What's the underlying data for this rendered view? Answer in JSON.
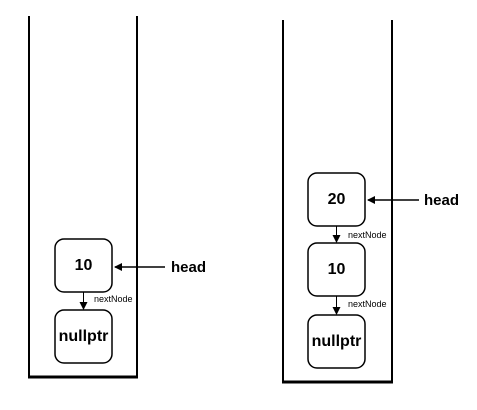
{
  "stacks": [
    {
      "nodes": [
        "10",
        "nullptr"
      ],
      "edge_labels": [
        "nextNode"
      ],
      "pointer": {
        "label": "head",
        "target_node": 0
      }
    },
    {
      "nodes": [
        "20",
        "10",
        "nullptr"
      ],
      "edge_labels": [
        "nextNode",
        "nextNode"
      ],
      "pointer": {
        "label": "head",
        "target_node": 0
      }
    }
  ],
  "colors": {
    "stroke": "#000000",
    "background": "#ffffff"
  }
}
